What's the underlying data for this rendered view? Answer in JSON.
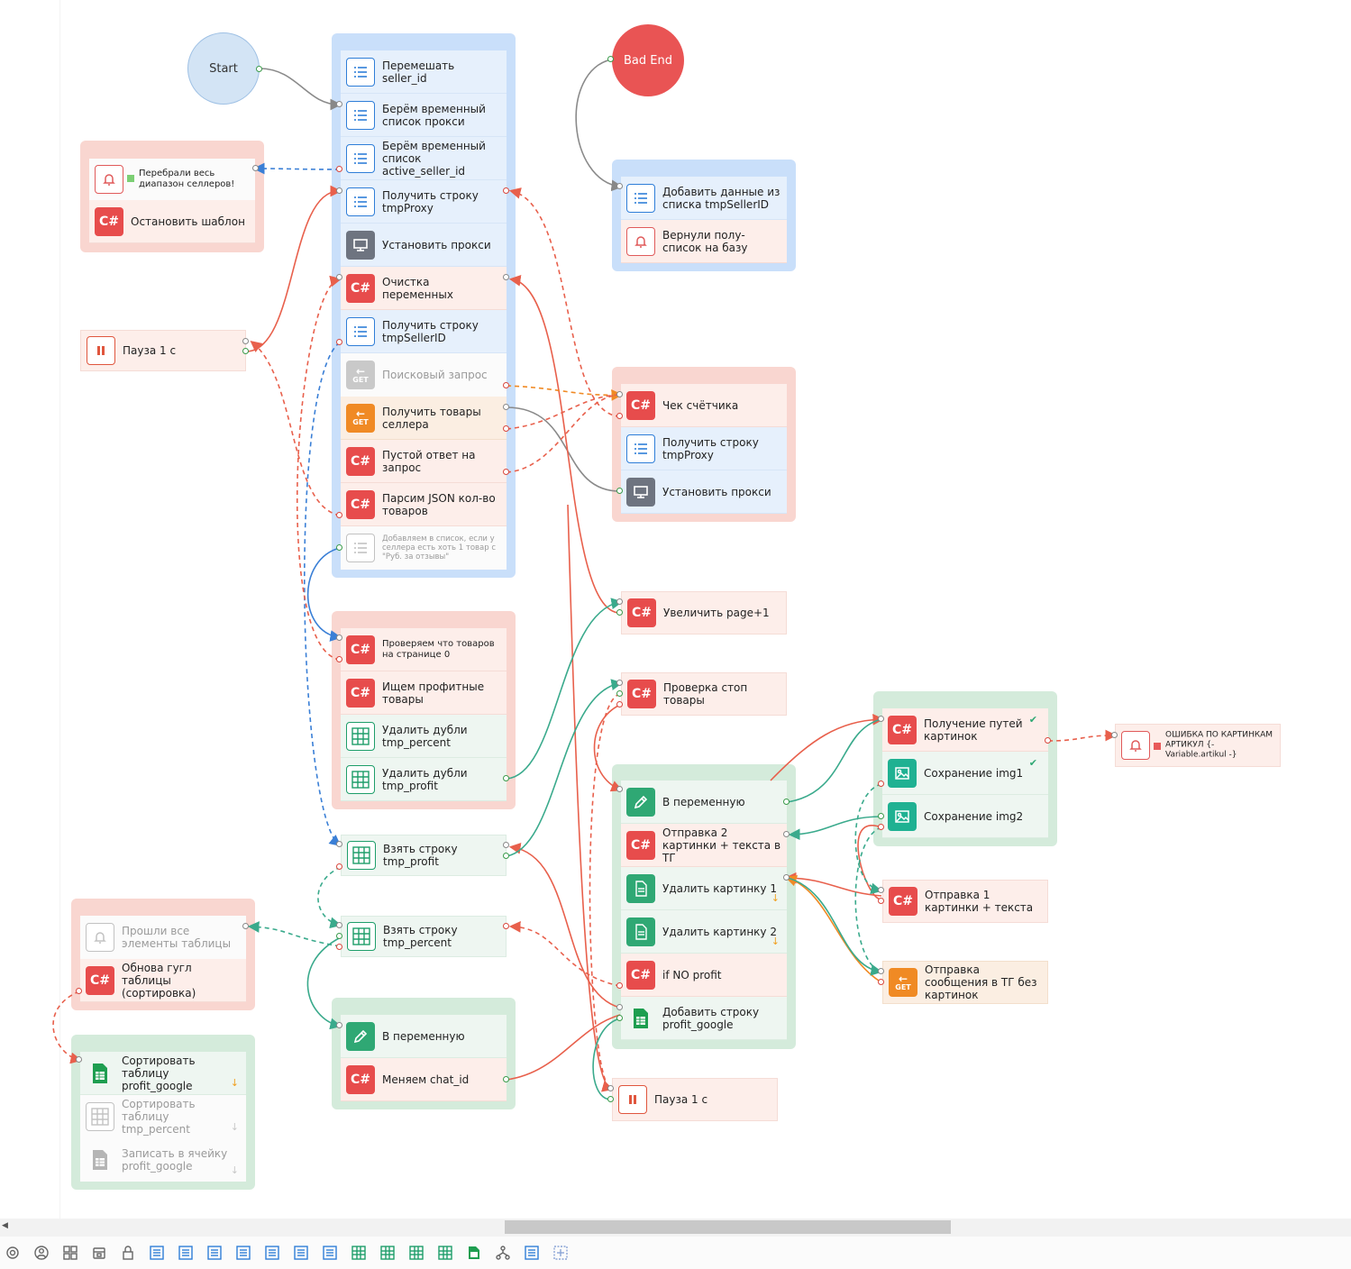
{
  "canvas": {
    "start": "Start",
    "bad_end": "Bad End",
    "group_main": [
      "Перемешать seller_id",
      "Берём временный список прокси",
      "Берём временный список active_seller_id",
      "Получить строку tmpProxy",
      "Установить прокси",
      "Очистка переменных",
      "Получить строку tmpSellerID",
      "Поисковый запрос",
      "Получить товары селлера",
      "Пустой ответ на запрос",
      "Парсим JSON кол-во товаров",
      "Добавляем в список, если у селлера есть хоть 1 товар с \"Руб. за отзывы\""
    ],
    "group_stop": [
      "Перебрали весь диапазон селлеров!",
      "Остановить шаблон"
    ],
    "pause_left": "Пауза 1 с",
    "group_badend": [
      "Добавить данные из списка tmpSellerID",
      "Вернули полу-список на базу"
    ],
    "group_check": [
      "Чек счётчика",
      "Получить строку tmpProxy",
      "Установить прокси"
    ],
    "page_plus": "Увеличить page+1",
    "stop_goods": "Проверка стоп товары",
    "group_profit": [
      "Проверяем что товаров на странице 0",
      "Ищем профитные товары",
      "Удалить дубли tmp_percent",
      "Удалить дубли tmp_profit"
    ],
    "take_profit": "Взять строку tmp_profit",
    "take_percent": "Взять строку tmp_percent",
    "group_done": [
      "Прошли все элементы таблицы",
      "Обнова гугл таблицы (сортировка)"
    ],
    "group_sort": [
      "Сортировать таблицу profit_google",
      "Сортировать таблицу tmp_percent",
      "Записать в ячейку profit_google"
    ],
    "group_chat": [
      "В переменную",
      "Меняем chat_id"
    ],
    "group_send": [
      "В переменную",
      "Отправка 2 картинки + текста в ТГ",
      "Удалить картинку 1",
      "Удалить картинку 2",
      "if NO profit",
      "Добавить строку profit_google"
    ],
    "pause_bottom": "Пауза 1 с",
    "group_images": [
      "Получение путей картинок",
      "Сохранение img1",
      "Сохранение img2"
    ],
    "send_one": "Отправка 1 картинки + текста",
    "send_msg": "Отправка сообщения в ТГ без картинок",
    "error_images": "ОШИБКА ПО КАРТИНКАМ АРТИКУЛ {-Variable.artikul -}",
    "get_label": "GET",
    "cs_label": "C#"
  },
  "toolbar": {
    "icons": [
      "settings-icon",
      "user-icon",
      "grid-icon",
      "database-icon",
      "lock-icon",
      "list-icon",
      "list-icon",
      "list-icon",
      "list-icon",
      "list-icon",
      "list-icon",
      "list-icon",
      "table-icon",
      "table-icon",
      "table-icon",
      "table-icon",
      "sheet-icon",
      "tree-icon",
      "list-icon",
      "add-icon"
    ]
  },
  "colors": {
    "group_blue": "#c9dffa",
    "group_red": "#f9d6d0",
    "group_green": "#d4ebdb",
    "csharp": "#e74c4c",
    "get": "#f08a24",
    "wire_green": "#3aaa8c",
    "wire_red": "#e8604c",
    "wire_blue": "#3a7fd6",
    "wire_orange": "#f08a24"
  }
}
